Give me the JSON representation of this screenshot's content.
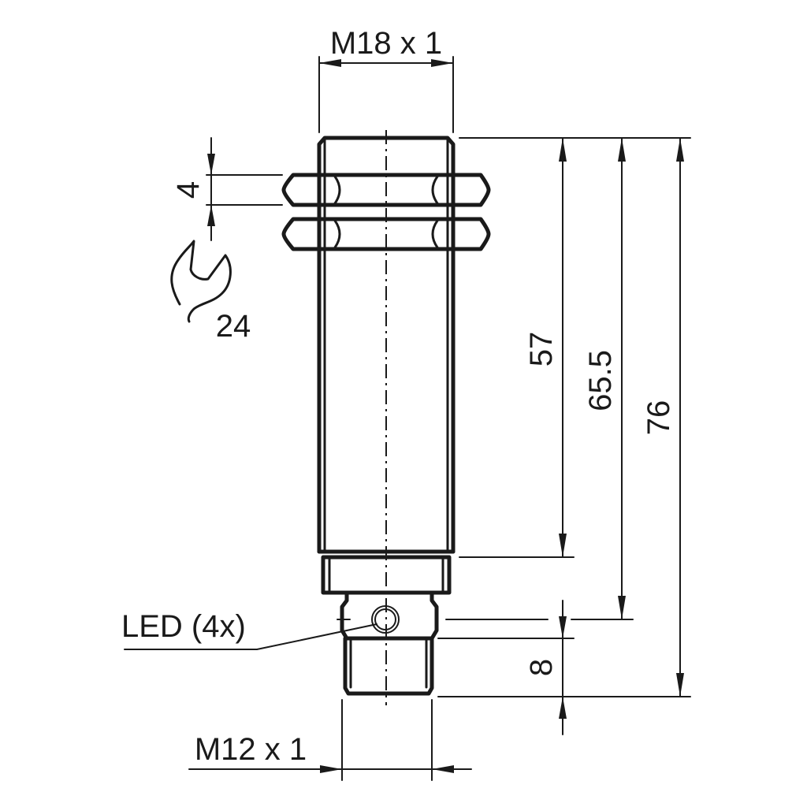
{
  "labels": {
    "thread_top": "M18 x 1",
    "thread_bottom": "M12 x 1",
    "nut_thickness": "4",
    "wrench_size": "24",
    "led": "LED (4x)",
    "dim_57": "57",
    "dim_65_5": "65.5",
    "dim_76": "76",
    "dim_8": "8"
  },
  "icons": {
    "wrench": "wrench-icon"
  }
}
